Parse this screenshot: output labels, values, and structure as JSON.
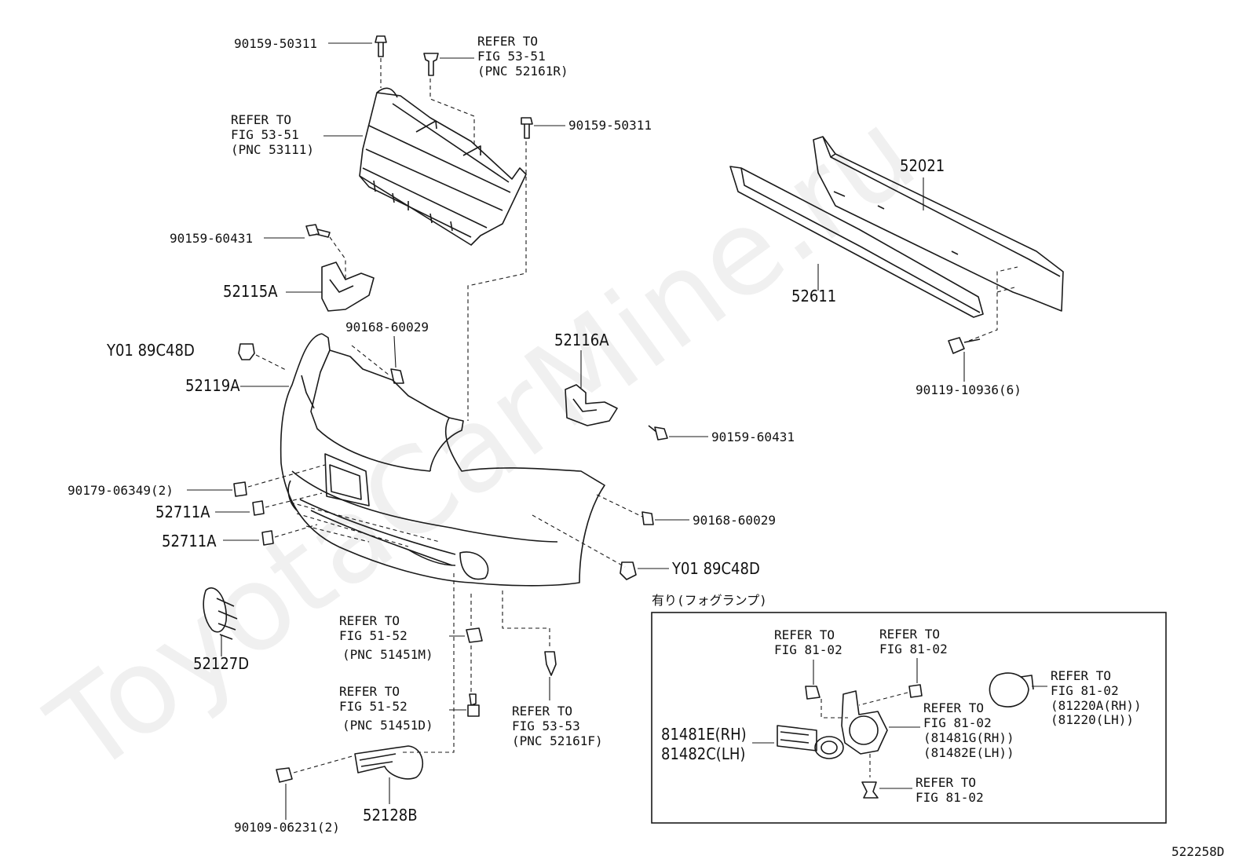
{
  "watermark": "ToyotaCarMine.ru",
  "figure_code": "522258D",
  "fog_box_title": "有り(フォグランプ)",
  "labels": {
    "l_90159_50311_top": "90159-50311",
    "refer_5351_r_1": "REFER TO",
    "refer_5351_r_2": "FIG 53-51",
    "refer_5351_r_3": "(PNC 52161R)",
    "refer_5351_a_1": "REFER TO",
    "refer_5351_a_2": "FIG 53-51",
    "refer_5351_a_3": "(PNC 53111)",
    "l_90159_50311_right": "90159-50311",
    "l_90159_60431_left": "90159-60431",
    "l_52115a": "52115A",
    "l_y0189c48d_left": "Y01 89C48D",
    "l_90168_60029_top": "90168-60029",
    "l_52119a": "52119A",
    "l_52116a": "52116A",
    "l_90159_60431_right": "90159-60431",
    "l_52021": "52021",
    "l_52611": "52611",
    "l_90119_10936": "90119-10936(6)",
    "l_90179_06349": "90179-06349(2)",
    "l_52711a_1": "52711A",
    "l_52711a_2": "52711A",
    "l_90168_60029_right": "90168-60029",
    "l_y0189c48d_right": "Y01 89C48D",
    "refer_5152_m_1": "REFER TO",
    "refer_5152_m_2": "FIG 51-52",
    "refer_5152_m_3": "(PNC 51451M)",
    "l_52127d": "52127D",
    "refer_5152_d_1": "REFER TO",
    "refer_5152_d_2": "FIG 51-52",
    "refer_5152_d_3": "(PNC 51451D)",
    "refer_5353_1": "REFER TO",
    "refer_5353_2": "FIG 53-53",
    "refer_5353_3": "(PNC 52161F)",
    "l_90109_06231": "90109-06231(2)",
    "l_52128b": "52128B",
    "refer_8102_a_1": "REFER TO",
    "refer_8102_a_2": "FIG 81-02",
    "refer_8102_b_1": "REFER TO",
    "refer_8102_b_2": "FIG 81-02",
    "refer_8102_c_1": "REFER TO",
    "refer_8102_c_2": "FIG 81-02",
    "refer_8102_c_3": "(81220A(RH))",
    "refer_8102_c_4": "(81220(LH))",
    "refer_8102_d_1": "REFER TO",
    "refer_8102_d_2": "FIG 81-02",
    "refer_8102_d_3": "(81481G(RH))",
    "refer_8102_d_4": "(81482E(LH))",
    "l_81481e": "81481E(RH)",
    "l_81482c": "81482C(LH)",
    "refer_8102_e_1": "REFER TO",
    "refer_8102_e_2": "FIG 81-02"
  }
}
